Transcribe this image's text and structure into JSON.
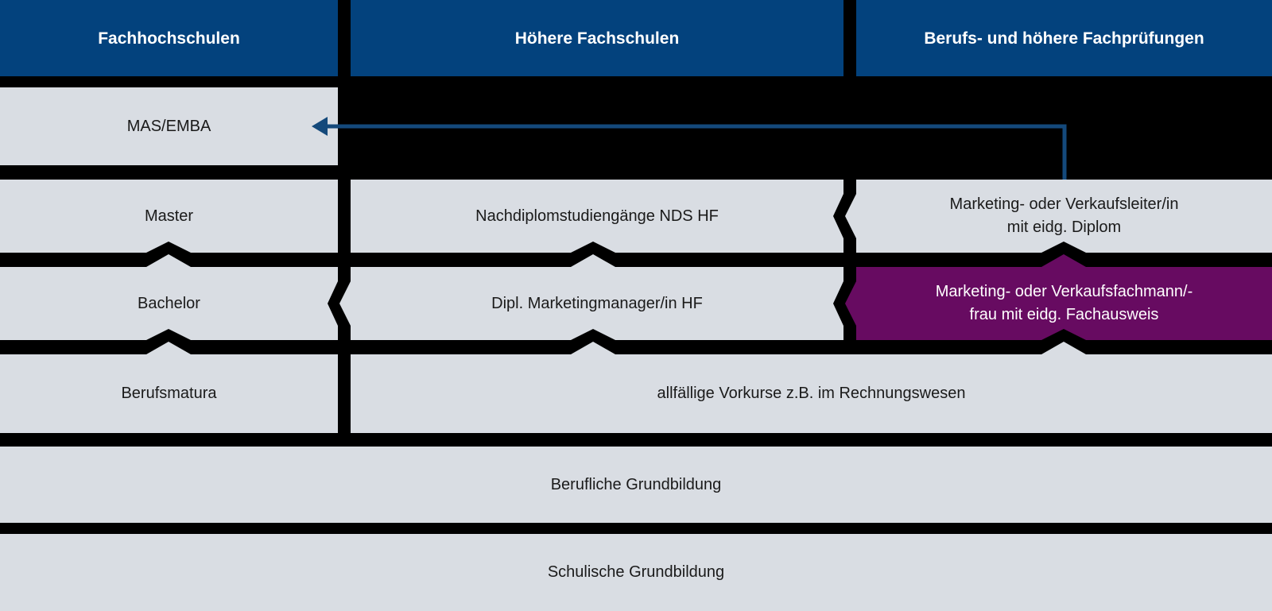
{
  "columns": {
    "left": {
      "header": "Fachhochschulen"
    },
    "middle": {
      "header": "Höhere Fachschulen"
    },
    "right": {
      "header": "Berufs- und höhere Fachprüfungen"
    }
  },
  "boxes": {
    "mas": {
      "label": "MAS/EMBA"
    },
    "master": {
      "label": "Master"
    },
    "nds": {
      "label": "Nachdiplomstudiengänge NDS HF"
    },
    "leiter": {
      "label": "Marketing- oder Verkaufsleiter/in mit eidg. Diplom",
      "lines": [
        "Marketing- oder Verkaufsleiter/in",
        "mit eidg. Diplom"
      ]
    },
    "bachelor": {
      "label": "Bachelor"
    },
    "dipl": {
      "label": "Dipl. Marketingmanager/in HF"
    },
    "fachmann": {
      "label": "Marketing- oder Verkaufsfachmann/-frau mit eidg. Fachausweis",
      "lines": [
        "Marketing- oder Verkaufsfachmann/-",
        "frau mit eidg. Fachausweis"
      ],
      "highlighted": true
    },
    "berufsmatura": {
      "label": "Berufsmatura"
    },
    "vorkurse": {
      "label": "allfällige Vorkurse z.B. im Rechnungswesen"
    },
    "berufliche": {
      "label": "Berufliche Grundbildung"
    },
    "schulische": {
      "label": "Schulische Grundbildung"
    }
  },
  "arrow": {
    "from": "leiter",
    "to": "mas"
  },
  "colors": {
    "background": "#000000",
    "header_bg": "#03427d",
    "box_bg": "#d9dde3",
    "highlight_bg": "#670b61",
    "arrow": "#14497b",
    "text_dark": "#1a1a1a",
    "text_light": "#ffffff"
  }
}
